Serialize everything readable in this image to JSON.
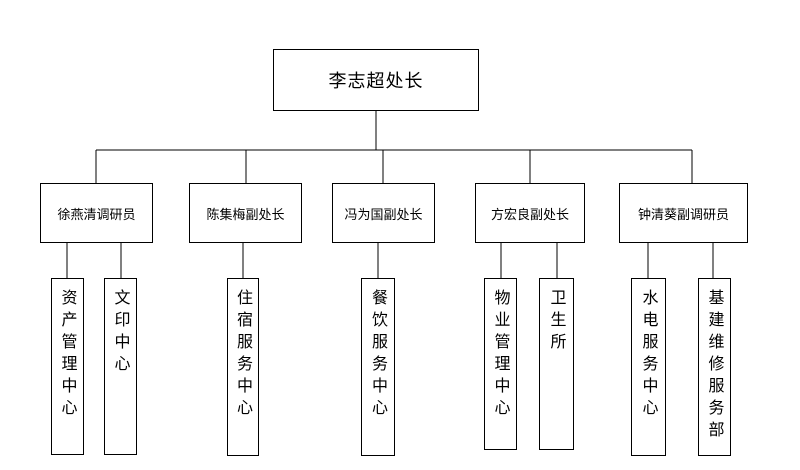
{
  "root": {
    "label": "李志超处长"
  },
  "officials": [
    {
      "label": "徐燕清调研员"
    },
    {
      "label": "陈集梅副处长"
    },
    {
      "label": "冯为国副处长"
    },
    {
      "label": "方宏良副处长"
    },
    {
      "label": "钟清葵副调研员"
    }
  ],
  "units": [
    {
      "label": "资产管理中心"
    },
    {
      "label": "文印中心"
    },
    {
      "label": "住宿服务中心"
    },
    {
      "label": "餐饮服务中心"
    },
    {
      "label": "物业管理中心"
    },
    {
      "label": "卫生所"
    },
    {
      "label": "水电服务中心"
    },
    {
      "label": "基建维修服务部"
    }
  ]
}
